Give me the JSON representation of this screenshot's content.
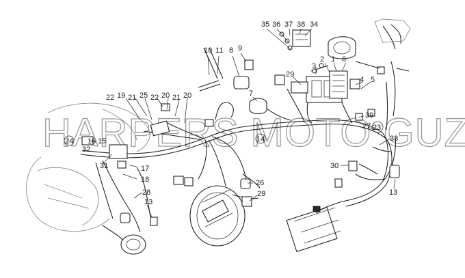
{
  "watermark": "HARPERS MOTO GUZZI©",
  "callouts": [
    "1",
    "2",
    "3",
    "4",
    "5",
    "6",
    "7",
    "8",
    "9",
    "10",
    "11",
    "13",
    "13",
    "14",
    "15",
    "16",
    "17",
    "18",
    "19",
    "19",
    "20",
    "21",
    "21",
    "22",
    "22",
    "23",
    "24",
    "25",
    "26",
    "27",
    "28",
    "29",
    "29",
    "30",
    "31",
    "32",
    "33",
    "34",
    "35",
    "36",
    "37",
    "38",
    "39"
  ],
  "colors": {
    "line": "#222222",
    "ghost": "#8a8a8a",
    "background": "#ffffff"
  }
}
